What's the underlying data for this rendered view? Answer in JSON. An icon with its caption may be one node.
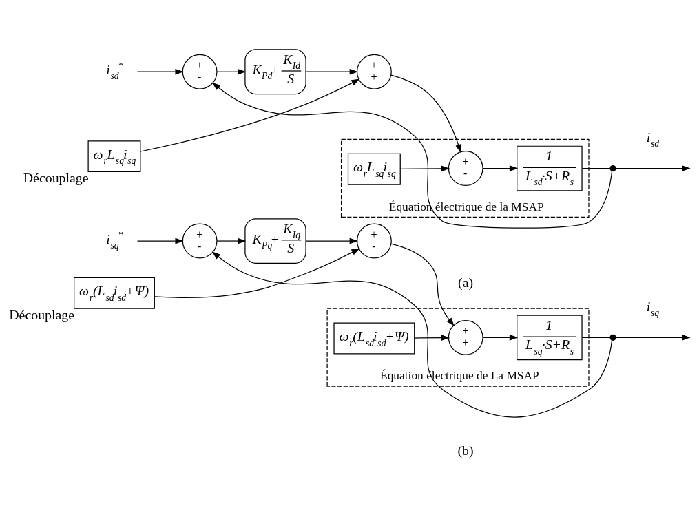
{
  "diagram": {
    "nodes": [
      {
        "text": [
          "i$_{sd}$$^{*}$"
        ]
      },
      {
        "text": [
          "+",
          "-"
        ]
      },
      {
        "text": [
          "K$_{Pd}$+",
          "K$_{Id}$",
          "S"
        ]
      },
      {
        "text": [
          "+",
          "+"
        ]
      },
      {
        "text": [
          "ω$_{r}$L$_{sq}$i$_{sq}$"
        ],
        "beside": [
          "Découplage"
        ]
      },
      {
        "text": [
          "Équation électrique de la MSAP"
        ]
      },
      {
        "text": [
          "+",
          "-"
        ],
        "in": 5
      },
      {
        "text": [
          "1",
          "L$_{sd}$·S+R$_{s}$"
        ],
        "in": 5
      },
      {
        "text": [
          "ω$_{r}$L$_{sq}$i$_{sq}$"
        ],
        "in": 5
      },
      {
        "text": [],
        "shape": "dot"
      },
      {
        "text": [
          "i$_{sq}$$^{*}$"
        ]
      },
      {
        "text": [
          "+",
          "-"
        ]
      },
      {
        "text": [
          "K$_{Pq}$+",
          "K$_{Iq}$",
          "S"
        ]
      },
      {
        "text": [
          "+",
          "-"
        ]
      },
      {
        "text": [
          "ω$_{r}$(L$_{sd}$i$_{sd}$+Ψ)"
        ],
        "beside": [
          "Découplage"
        ]
      },
      {
        "text": [
          "Équation électrique de La MSAP"
        ]
      },
      {
        "text": [
          "+",
          "+"
        ],
        "in": 15
      },
      {
        "text": [
          "1",
          "L$_{sq}$·S+R$_{s}$"
        ],
        "in": 15
      },
      {
        "text": [
          "ω$_{r}$(L$_{sd}$i$_{sd}$+Ψ)"
        ],
        "in": 15
      },
      {
        "text": [],
        "shape": "dot"
      }
    ],
    "edges": [
      {
        "from": 0,
        "to": 1,
        "arrow": "to"
      },
      {
        "from": 1,
        "to": 2,
        "arrow": "to"
      },
      {
        "from": 2,
        "to": 3,
        "arrow": "to"
      },
      {
        "from": 4,
        "to": 3,
        "arrow": "to"
      },
      {
        "from": 3,
        "to": 6,
        "arrow": "to"
      },
      {
        "from": 8,
        "to": 6,
        "arrow": "to"
      },
      {
        "from": 6,
        "to": 7,
        "arrow": "to"
      },
      {
        "from": 7,
        "to": 9,
        "arrow": "none"
      },
      {
        "from": 9,
        "to": null,
        "arrow": "to",
        "label": "i$_{sd}$"
      },
      {
        "from": 9,
        "to": 1,
        "arrow": "to"
      },
      {
        "from": 10,
        "to": 11,
        "arrow": "to"
      },
      {
        "from": 11,
        "to": 12,
        "arrow": "to"
      },
      {
        "from": 12,
        "to": 13,
        "arrow": "to"
      },
      {
        "from": 14,
        "to": 13,
        "arrow": "to"
      },
      {
        "from": 13,
        "to": 16,
        "arrow": "to"
      },
      {
        "from": 18,
        "to": 16,
        "arrow": "to"
      },
      {
        "from": 16,
        "to": 17,
        "arrow": "to"
      },
      {
        "from": 17,
        "to": 19,
        "arrow": "none"
      },
      {
        "from": 19,
        "to": null,
        "arrow": "to",
        "label": "i$_{sq}$"
      },
      {
        "from": 19,
        "to": 11,
        "arrow": "to"
      }
    ],
    "labels": [
      "(a)",
      "(b)"
    ]
  }
}
